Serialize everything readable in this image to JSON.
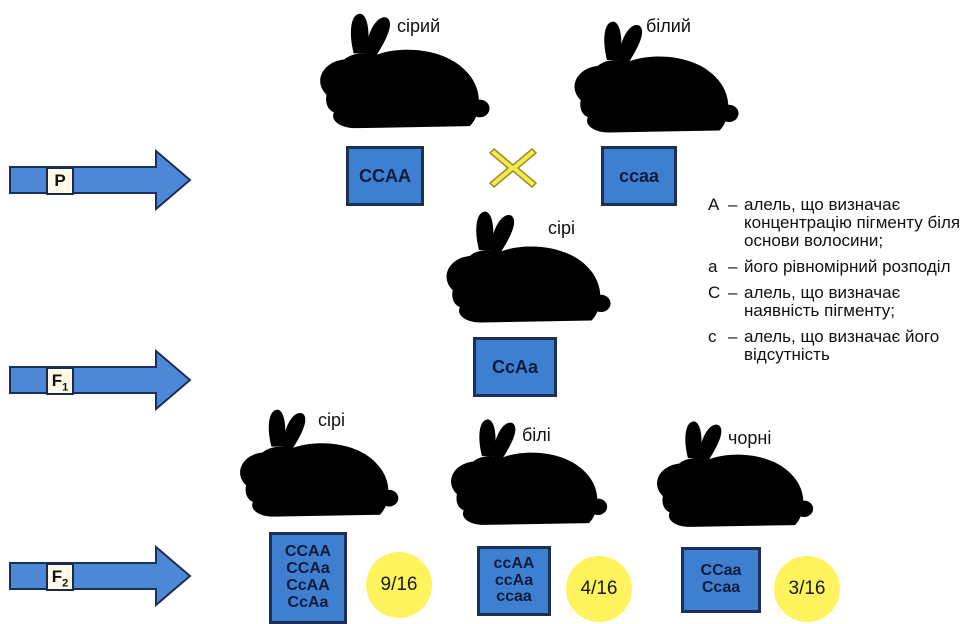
{
  "generations": {
    "p": {
      "label": "P",
      "sub": ""
    },
    "f1": {
      "label": "F",
      "sub": "1"
    },
    "f2": {
      "label": "F",
      "sub": "2"
    }
  },
  "parents": {
    "left": {
      "caption": "сірий",
      "genotype": [
        "CCAA"
      ]
    },
    "right": {
      "caption": "білий",
      "genotype": [
        "ccaa"
      ]
    },
    "cross_symbol": "✕"
  },
  "f1": {
    "caption": "сірі",
    "genotype": [
      "CcAa"
    ]
  },
  "f2": [
    {
      "caption": "сірі",
      "genotypes": [
        "CCAA",
        "CCAa",
        "CcAA",
        "CcAa"
      ],
      "ratio": "9/16"
    },
    {
      "caption": "білі",
      "genotypes": [
        "ccAA",
        "ccAa",
        "ccaa"
      ],
      "ratio": "4/16"
    },
    {
      "caption": "чорні",
      "genotypes": [
        "CCaa",
        "Ccaa"
      ],
      "ratio": "3/16"
    }
  ],
  "legend": [
    {
      "key": "A",
      "text": "алель, що визначає концентрацію пігменту біля основи волосини;"
    },
    {
      "key": "a",
      "text": "його рівномірний розподіл"
    },
    {
      "key": "C",
      "text": "алель, що визначає наявність пігменту;"
    },
    {
      "key": "c",
      "text": "алель, що визначає його відсутність"
    }
  ],
  "colors": {
    "arrow": "#4c88d6",
    "genotype_box": "#3f7fd0",
    "ratio_circle": "#fff35e",
    "cross": "#f2ea55",
    "grey_rabbit": "#b9bfcf",
    "white_rabbit": "#f4f6f8",
    "black_rabbit": "#15161c"
  }
}
